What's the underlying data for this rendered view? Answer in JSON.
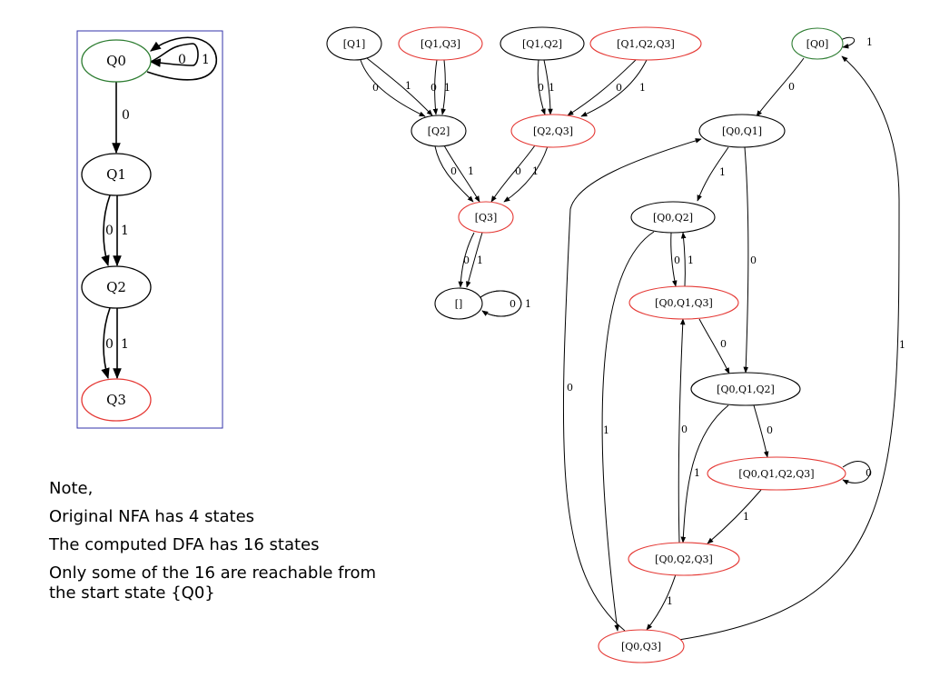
{
  "colors": {
    "start_state": "#2e7d32",
    "accept_state": "#e53935",
    "normal_state": "#000000",
    "frame": "#3333aa"
  },
  "nfa": {
    "states": [
      {
        "id": "Q0",
        "label": "Q0",
        "kind": "start"
      },
      {
        "id": "Q1",
        "label": "Q1",
        "kind": "normal"
      },
      {
        "id": "Q2",
        "label": "Q2",
        "kind": "normal"
      },
      {
        "id": "Q3",
        "label": "Q3",
        "kind": "accept"
      }
    ],
    "edges": [
      {
        "from": "Q0",
        "to": "Q0",
        "label": "0"
      },
      {
        "from": "Q0",
        "to": "Q0",
        "label": "1"
      },
      {
        "from": "Q0",
        "to": "Q1",
        "label": "0"
      },
      {
        "from": "Q1",
        "to": "Q2",
        "label": "0"
      },
      {
        "from": "Q1",
        "to": "Q2",
        "label": "1"
      },
      {
        "from": "Q2",
        "to": "Q3",
        "label": "0"
      },
      {
        "from": "Q2",
        "to": "Q3",
        "label": "1"
      }
    ]
  },
  "dfa": {
    "states": [
      {
        "id": "s_q1",
        "label": "[Q1]",
        "kind": "normal"
      },
      {
        "id": "s_q1q3",
        "label": "[Q1,Q3]",
        "kind": "accept"
      },
      {
        "id": "s_q1q2",
        "label": "[Q1,Q2]",
        "kind": "normal"
      },
      {
        "id": "s_q1q2q3",
        "label": "[Q1,Q2,Q3]",
        "kind": "accept"
      },
      {
        "id": "s_q0",
        "label": "[Q0]",
        "kind": "start"
      },
      {
        "id": "s_q2",
        "label": "[Q2]",
        "kind": "normal"
      },
      {
        "id": "s_q2q3",
        "label": "[Q2,Q3]",
        "kind": "accept"
      },
      {
        "id": "s_q0q1",
        "label": "[Q0,Q1]",
        "kind": "normal"
      },
      {
        "id": "s_q3",
        "label": "[Q3]",
        "kind": "accept"
      },
      {
        "id": "s_q0q2",
        "label": "[Q0,Q2]",
        "kind": "normal"
      },
      {
        "id": "s_empty",
        "label": "[]",
        "kind": "normal"
      },
      {
        "id": "s_q0q1q3",
        "label": "[Q0,Q1,Q3]",
        "kind": "accept"
      },
      {
        "id": "s_q0q1q2",
        "label": "[Q0,Q1,Q2]",
        "kind": "normal"
      },
      {
        "id": "s_q0q1q2q3",
        "label": "[Q0,Q1,Q2,Q3]",
        "kind": "accept"
      },
      {
        "id": "s_q0q2q3",
        "label": "[Q0,Q2,Q3]",
        "kind": "accept"
      },
      {
        "id": "s_q0q3",
        "label": "[Q0,Q3]",
        "kind": "accept"
      }
    ],
    "edges": [
      {
        "from": "s_q1",
        "to": "s_q2",
        "label": "0"
      },
      {
        "from": "s_q1",
        "to": "s_q2",
        "label": "1"
      },
      {
        "from": "s_q1q3",
        "to": "s_q2",
        "label": "0"
      },
      {
        "from": "s_q1q3",
        "to": "s_q2",
        "label": "1"
      },
      {
        "from": "s_q1q2",
        "to": "s_q2q3",
        "label": "0"
      },
      {
        "from": "s_q1q2",
        "to": "s_q2q3",
        "label": "1"
      },
      {
        "from": "s_q1q2q3",
        "to": "s_q2q3",
        "label": "0"
      },
      {
        "from": "s_q1q2q3",
        "to": "s_q2q3",
        "label": "1"
      },
      {
        "from": "s_q2",
        "to": "s_q3",
        "label": "0"
      },
      {
        "from": "s_q2",
        "to": "s_q3",
        "label": "1"
      },
      {
        "from": "s_q2q3",
        "to": "s_q3",
        "label": "0"
      },
      {
        "from": "s_q2q3",
        "to": "s_q3",
        "label": "1"
      },
      {
        "from": "s_q3",
        "to": "s_empty",
        "label": "0"
      },
      {
        "from": "s_q3",
        "to": "s_empty",
        "label": "1"
      },
      {
        "from": "s_empty",
        "to": "s_empty",
        "label": "0"
      },
      {
        "from": "s_empty",
        "to": "s_empty",
        "label": "1"
      },
      {
        "from": "s_q0",
        "to": "s_q0",
        "label": "1"
      },
      {
        "from": "s_q0",
        "to": "s_q0q1",
        "label": "0"
      },
      {
        "from": "s_q0q1",
        "to": "s_q0q2",
        "label": "1"
      },
      {
        "from": "s_q0q1",
        "to": "s_q0q1q2",
        "label": "0"
      },
      {
        "from": "s_q0q2",
        "to": "s_q0q1q3",
        "label": "0"
      },
      {
        "from": "s_q0q1q3",
        "to": "s_q0q2",
        "label": "1"
      },
      {
        "from": "s_q0q2",
        "to": "s_q0q3",
        "label": "1"
      },
      {
        "from": "s_q0q1q3",
        "to": "s_q0q1q2",
        "label": "0"
      },
      {
        "from": "s_q0q1q2",
        "to": "s_q0q1q2q3",
        "label": "0"
      },
      {
        "from": "s_q0q1q2",
        "to": "s_q0q2q3",
        "label": "1"
      },
      {
        "from": "s_q0q1q2q3",
        "to": "s_q0q1q2q3",
        "label": "0"
      },
      {
        "from": "s_q0q1q2q3",
        "to": "s_q0q2q3",
        "label": "1"
      },
      {
        "from": "s_q0q2q3",
        "to": "s_q0q1q3",
        "label": "0"
      },
      {
        "from": "s_q0q2q3",
        "to": "s_q0q3",
        "label": "1"
      },
      {
        "from": "s_q0q3",
        "to": "s_q0q1",
        "label": "0"
      },
      {
        "from": "s_q0q3",
        "to": "s_q0",
        "label": "1"
      }
    ]
  },
  "notes": [
    "Note,",
    "Original NFA has 4 states",
    "The computed DFA has 16 states",
    "Only some of the 16 are reachable from the start state {Q0}"
  ]
}
